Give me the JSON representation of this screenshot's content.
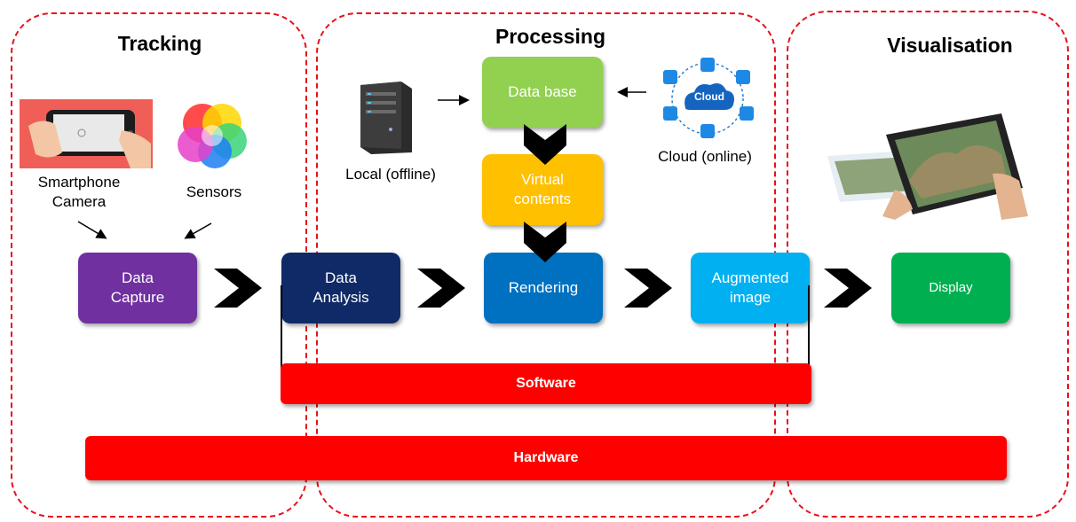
{
  "sections": {
    "tracking": "Tracking",
    "processing": "Processing",
    "visualisation": "Visualisation"
  },
  "captions": {
    "smartphone": "Smartphone\nCamera",
    "sensors": "Sensors",
    "local": "Local (offline)",
    "cloud": "Cloud (online)",
    "cloud_label": "Cloud"
  },
  "boxes": {
    "data_capture": "Data\nCapture",
    "data_analysis": "Data\nAnalysis",
    "rendering": "Rendering",
    "augmented_image": "Augmented\nimage",
    "display": "Display",
    "data_base": "Data base",
    "virtual_contents": "Virtual\ncontents"
  },
  "bars": {
    "software": "Software",
    "hardware": "Hardware"
  },
  "colors": {
    "dashed_border": "#e8101a",
    "data_capture": "#7030a0",
    "data_analysis": "#0f2a66",
    "rendering": "#0070c0",
    "augmented_image": "#00b0f0",
    "display": "#00b050",
    "data_base": "#92d050",
    "virtual_contents": "#ffc000",
    "bars": "#ff0000"
  }
}
